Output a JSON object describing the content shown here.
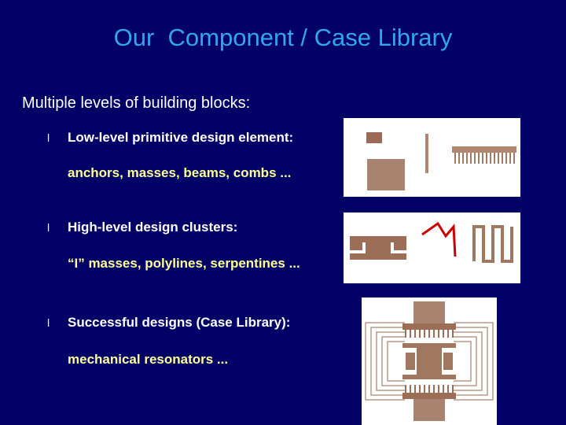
{
  "slide": {
    "title": "Our  Component / Case Library",
    "subtitle": "Multiple levels of building blocks:",
    "bullets": [
      {
        "marker": "l",
        "label": "Low-level primitive design element:",
        "detail": "anchors, masses, beams, combs ..."
      },
      {
        "marker": "l",
        "label": "High-level design clusters:",
        "detail": "“I” masses, polylines, serpentines ..."
      },
      {
        "marker": "l",
        "label": "Successful designs (Case Library):",
        "detail": "mechanical resonators ..."
      }
    ]
  },
  "colors": {
    "background": "#000066",
    "title": "#33a6ee",
    "detail_text": "#ffff99",
    "component": "#a07860",
    "line": "#cc0000"
  }
}
